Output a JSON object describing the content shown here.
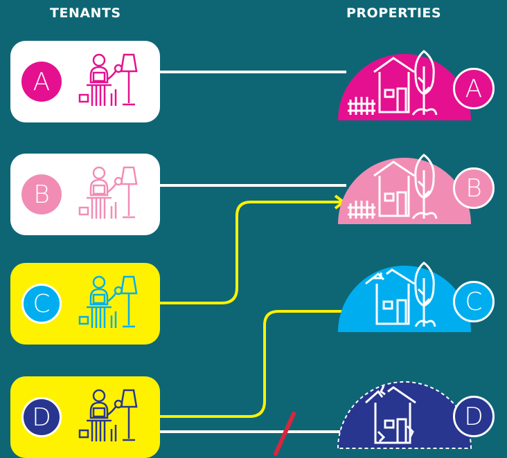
{
  "headers": {
    "tenants": "TENANTS",
    "properties": "PROPERTIES"
  },
  "tenants": [
    {
      "letter": "A",
      "card_bg": "#ffffff",
      "color": "#e5108f"
    },
    {
      "letter": "B",
      "card_bg": "#ffffff",
      "color": "#f18db5"
    },
    {
      "letter": "C",
      "card_bg": "#fff200",
      "color": "#00aeef"
    },
    {
      "letter": "D",
      "card_bg": "#fff200",
      "color": "#28368f"
    }
  ],
  "properties": [
    {
      "letter": "A",
      "color": "#e5108f",
      "condition": "good"
    },
    {
      "letter": "B",
      "color": "#f18db5",
      "condition": "good"
    },
    {
      "letter": "C",
      "color": "#00aeef",
      "condition": "damaged"
    },
    {
      "letter": "D",
      "color": "#28368f",
      "condition": "derelict"
    }
  ],
  "connections": [
    {
      "from": "A",
      "to": "A",
      "color": "#ffffff"
    },
    {
      "from": "B",
      "to": "B",
      "color": "#ffffff"
    },
    {
      "from": "C",
      "to": "B",
      "color": "#fff200"
    },
    {
      "from": "D",
      "to": "C",
      "color": "#fff200"
    },
    {
      "from": "D",
      "to": "D",
      "color": "#ffffff",
      "broken": true
    }
  ]
}
